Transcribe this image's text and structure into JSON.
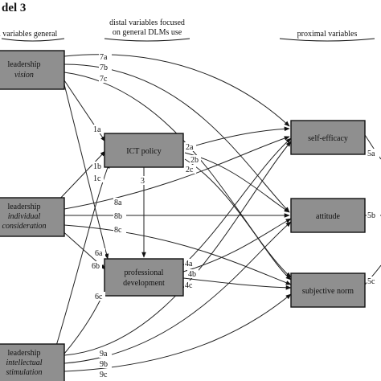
{
  "title": "del 3",
  "headings": {
    "left": "l variables general",
    "middle_line1": "distal variables focused",
    "middle_line2": "on general DLMs use",
    "right": "proximal variables"
  },
  "boxes": {
    "leadership_vision": {
      "line1": "leadership",
      "line2": "vision"
    },
    "leadership_individual": {
      "line1": "leadership",
      "line2": "individual",
      "line3": "consideration"
    },
    "leadership_intellectual": {
      "line1": "leadership",
      "line2": "intellectual",
      "line3": "stimulation"
    },
    "ict_policy": {
      "line1": "ICT policy"
    },
    "professional_development": {
      "line1": "professional",
      "line2": "development"
    },
    "self_efficacy": {
      "line1": "self-efficacy"
    },
    "attitude": {
      "line1": "attitude"
    },
    "subjective_norm": {
      "line1": "subjective norm"
    }
  },
  "path_labels": {
    "p7a": "7a",
    "p7b": "7b",
    "p7c": "7c",
    "p1a": "1a",
    "p1b": "1b",
    "p1c": "1c",
    "p2a": "2a",
    "p2b": "2b",
    "p2c": "2c",
    "p3": "3",
    "p8a": "8a",
    "p8b": "8b",
    "p8c": "8c",
    "p6a": "6a",
    "p6b": "6b",
    "p6c": "6c",
    "p4a": "4a",
    "p4b": "4b",
    "p4c": "4c",
    "p9a": "9a",
    "p9b": "9b",
    "p9c": "9c",
    "p5a": "5a",
    "p5b": "5b",
    "p5c": "5c"
  }
}
